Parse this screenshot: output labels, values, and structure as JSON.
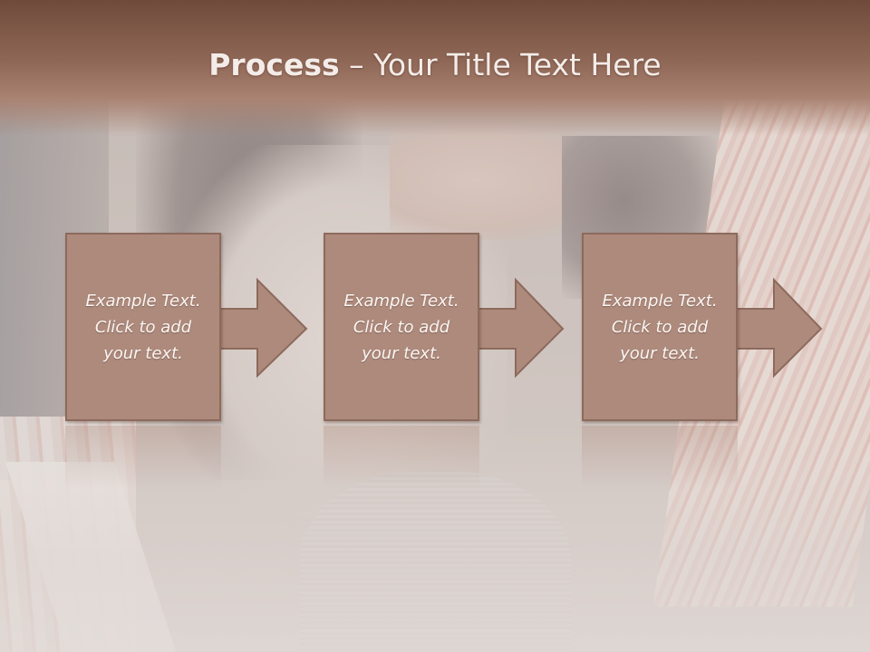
{
  "slide": {
    "title_bold": "Process",
    "title_rest": " – Your Title Text Here",
    "steps": [
      {
        "text": "Example Text.\nClick  to add\nyour text."
      },
      {
        "text": "Example Text.\nClick  to add\nyour text."
      },
      {
        "text": "Example Text.\nClick  to add\nyour text."
      }
    ]
  },
  "colors": {
    "title_bar": "#8f6756",
    "step_fill": "#ad8a7c",
    "step_border": "#8c6a5c",
    "text": "#fbf6f3"
  }
}
